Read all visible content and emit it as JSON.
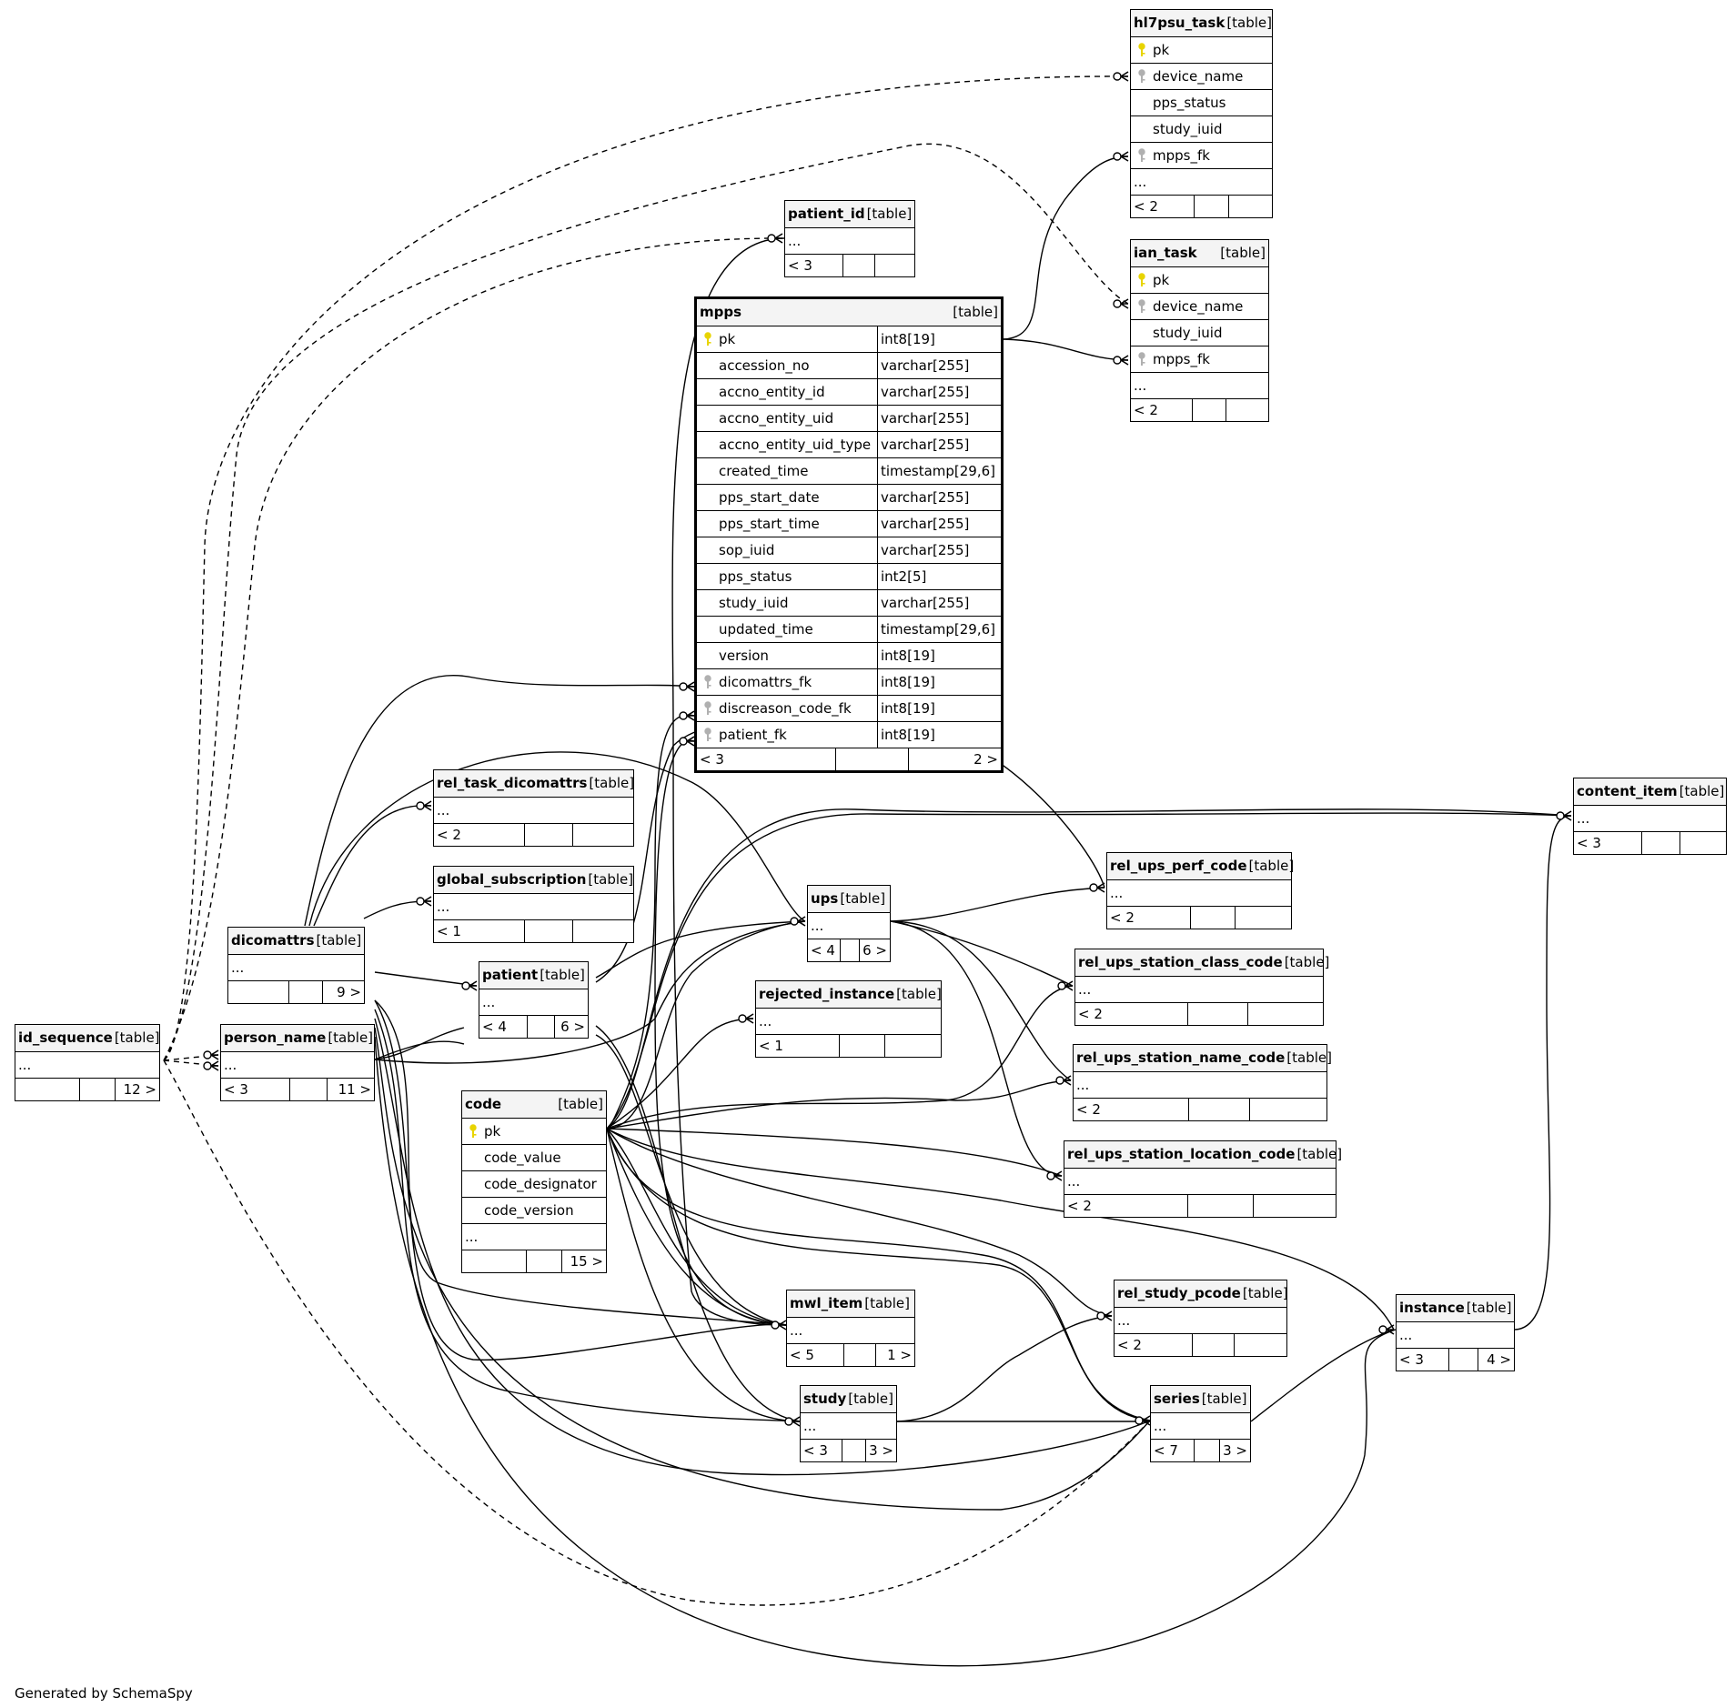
{
  "footer": "Generated by SchemaSpy",
  "colors": {
    "pk_key": "#e8d400",
    "fk_key": "#b0b0b0",
    "line": "#000000",
    "header_bg": "#f4f4f4"
  },
  "tables": {
    "hl7psu_task": {
      "name": "hl7psu_task",
      "kind": "[table]",
      "cols": [
        {
          "icon": "pk",
          "name": "pk"
        },
        {
          "icon": "fk",
          "name": "device_name"
        },
        {
          "icon": "",
          "name": "pps_status"
        },
        {
          "icon": "",
          "name": "study_iuid"
        },
        {
          "icon": "fk",
          "name": "mpps_fk"
        }
      ],
      "dots": "...",
      "foot": [
        "< 2",
        "",
        ""
      ]
    },
    "ian_task": {
      "name": "ian_task",
      "kind": "[table]",
      "cols": [
        {
          "icon": "pk",
          "name": "pk"
        },
        {
          "icon": "fk",
          "name": "device_name"
        },
        {
          "icon": "",
          "name": "study_iuid"
        },
        {
          "icon": "fk",
          "name": "mpps_fk"
        }
      ],
      "dots": "...",
      "foot": [
        "< 2",
        "",
        ""
      ]
    },
    "patient_id": {
      "name": "patient_id",
      "kind": "[table]",
      "cols": [],
      "dots": "...",
      "foot": [
        "< 3",
        "",
        ""
      ]
    },
    "mpps": {
      "name": "mpps",
      "kind": "[table]",
      "cols": [
        {
          "icon": "pk",
          "name": "pk",
          "type": "int8[19]"
        },
        {
          "icon": "",
          "name": "accession_no",
          "type": "varchar[255]"
        },
        {
          "icon": "",
          "name": "accno_entity_id",
          "type": "varchar[255]"
        },
        {
          "icon": "",
          "name": "accno_entity_uid",
          "type": "varchar[255]"
        },
        {
          "icon": "",
          "name": "accno_entity_uid_type",
          "type": "varchar[255]"
        },
        {
          "icon": "",
          "name": "created_time",
          "type": "timestamp[29,6]"
        },
        {
          "icon": "",
          "name": "pps_start_date",
          "type": "varchar[255]"
        },
        {
          "icon": "",
          "name": "pps_start_time",
          "type": "varchar[255]"
        },
        {
          "icon": "",
          "name": "sop_iuid",
          "type": "varchar[255]"
        },
        {
          "icon": "",
          "name": "pps_status",
          "type": "int2[5]"
        },
        {
          "icon": "",
          "name": "study_iuid",
          "type": "varchar[255]"
        },
        {
          "icon": "",
          "name": "updated_time",
          "type": "timestamp[29,6]"
        },
        {
          "icon": "",
          "name": "version",
          "type": "int8[19]"
        },
        {
          "icon": "fk",
          "name": "dicomattrs_fk",
          "type": "int8[19]"
        },
        {
          "icon": "fk",
          "name": "discreason_code_fk",
          "type": "int8[19]"
        },
        {
          "icon": "fk",
          "name": "patient_fk",
          "type": "int8[19]"
        }
      ],
      "foot": [
        "< 3",
        "",
        "2 >"
      ]
    },
    "content_item": {
      "name": "content_item",
      "kind": "[table]",
      "cols": [],
      "dots": "...",
      "foot": [
        "< 3",
        "",
        ""
      ]
    },
    "rel_task_dicomattrs": {
      "name": "rel_task_dicomattrs",
      "kind": "[table]",
      "cols": [],
      "dots": "...",
      "foot": [
        "< 2",
        "",
        ""
      ]
    },
    "global_subscription": {
      "name": "global_subscription",
      "kind": "[table]",
      "cols": [],
      "dots": "...",
      "foot": [
        "< 1",
        "",
        ""
      ]
    },
    "rel_ups_perf_code": {
      "name": "rel_ups_perf_code",
      "kind": "[table]",
      "cols": [],
      "dots": "...",
      "foot": [
        "< 2",
        "",
        ""
      ]
    },
    "ups": {
      "name": "ups",
      "kind": "[table]",
      "cols": [],
      "dots": "...",
      "foot": [
        "< 4",
        "",
        "6 >"
      ]
    },
    "dicomattrs": {
      "name": "dicomattrs",
      "kind": "[table]",
      "cols": [],
      "dots": "...",
      "foot": [
        "",
        "",
        "9 >"
      ]
    },
    "rel_ups_station_class_code": {
      "name": "rel_ups_station_class_code",
      "kind": "[table]",
      "cols": [],
      "dots": "...",
      "foot": [
        "< 2",
        "",
        ""
      ]
    },
    "patient": {
      "name": "patient",
      "kind": "[table]",
      "cols": [],
      "dots": "...",
      "foot": [
        "< 4",
        "",
        "6 >"
      ]
    },
    "rejected_instance": {
      "name": "rejected_instance",
      "kind": "[table]",
      "cols": [],
      "dots": "...",
      "foot": [
        "< 1",
        "",
        ""
      ]
    },
    "id_sequence": {
      "name": "id_sequence",
      "kind": "[table]",
      "cols": [],
      "dots": "...",
      "foot": [
        "",
        "",
        "12 >"
      ]
    },
    "person_name": {
      "name": "person_name",
      "kind": "[table]",
      "cols": [],
      "dots": "...",
      "foot": [
        "< 3",
        "",
        "11 >"
      ]
    },
    "rel_ups_station_name_code": {
      "name": "rel_ups_station_name_code",
      "kind": "[table]",
      "cols": [],
      "dots": "...",
      "foot": [
        "< 2",
        "",
        ""
      ]
    },
    "code": {
      "name": "code",
      "kind": "[table]",
      "cols": [
        {
          "icon": "pk",
          "name": "pk"
        },
        {
          "icon": "",
          "name": "code_value"
        },
        {
          "icon": "",
          "name": "code_designator"
        },
        {
          "icon": "",
          "name": "code_version"
        }
      ],
      "dots": "...",
      "foot": [
        "",
        "",
        "15 >"
      ]
    },
    "rel_ups_station_location_code": {
      "name": "rel_ups_station_location_code",
      "kind": "[table]",
      "cols": [],
      "dots": "...",
      "foot": [
        "< 2",
        "",
        ""
      ]
    },
    "rel_study_pcode": {
      "name": "rel_study_pcode",
      "kind": "[table]",
      "cols": [],
      "dots": "...",
      "foot": [
        "< 2",
        "",
        ""
      ]
    },
    "instance": {
      "name": "instance",
      "kind": "[table]",
      "cols": [],
      "dots": "...",
      "foot": [
        "< 3",
        "",
        "4 >"
      ]
    },
    "mwl_item": {
      "name": "mwl_item",
      "kind": "[table]",
      "cols": [],
      "dots": "...",
      "foot": [
        "< 5",
        "",
        "1 >"
      ]
    },
    "study": {
      "name": "study",
      "kind": "[table]",
      "cols": [],
      "dots": "...",
      "foot": [
        "< 3",
        "",
        "3 >"
      ]
    },
    "series": {
      "name": "series",
      "kind": "[table]",
      "cols": [],
      "dots": "...",
      "foot": [
        "< 7",
        "",
        "3 >"
      ]
    }
  }
}
